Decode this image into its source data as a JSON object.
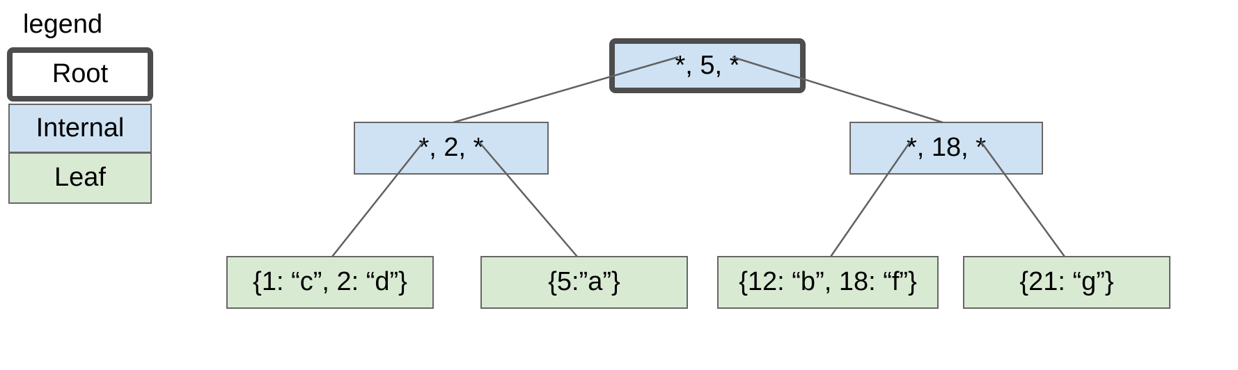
{
  "diagram": {
    "type": "b-plus-tree",
    "legend": {
      "title": "legend",
      "items": [
        {
          "label": "Root",
          "fill": "#ffffff",
          "border_style": "thick"
        },
        {
          "label": "Internal",
          "fill": "#cfe2f3",
          "border_style": "thin"
        },
        {
          "label": "Leaf",
          "fill": "#d9ead3",
          "border_style": "thin"
        }
      ]
    },
    "nodes": {
      "root": {
        "label": "*, 5, *",
        "kind": "root"
      },
      "internal": [
        {
          "label": "*, 2, *",
          "kind": "internal"
        },
        {
          "label": "*, 18, *",
          "kind": "internal"
        }
      ],
      "leaves": [
        {
          "label": "{1: “c”, 2: “d”}",
          "kind": "leaf"
        },
        {
          "label": "{5:”a”}",
          "kind": "leaf"
        },
        {
          "label": "{12: “b”, 18: “f”}",
          "kind": "leaf"
        },
        {
          "label": "{21: “g”}",
          "kind": "leaf"
        }
      ]
    },
    "edges": [
      {
        "from": "root",
        "pointer": "left",
        "to": "internal-left"
      },
      {
        "from": "root",
        "pointer": "right",
        "to": "internal-right"
      },
      {
        "from": "internal-left",
        "pointer": "left",
        "to": "leaf-1"
      },
      {
        "from": "internal-left",
        "pointer": "right",
        "to": "leaf-2"
      },
      {
        "from": "internal-right",
        "pointer": "left",
        "to": "leaf-3"
      },
      {
        "from": "internal-right",
        "pointer": "right",
        "to": "leaf-4"
      }
    ],
    "colors": {
      "internal_fill": "#cfe2f3",
      "leaf_fill": "#d9ead3",
      "root_border": "#4d4d4d",
      "box_border": "#666666",
      "edge_line": "#616161",
      "text": "#000000",
      "background": "#ffffff"
    }
  }
}
